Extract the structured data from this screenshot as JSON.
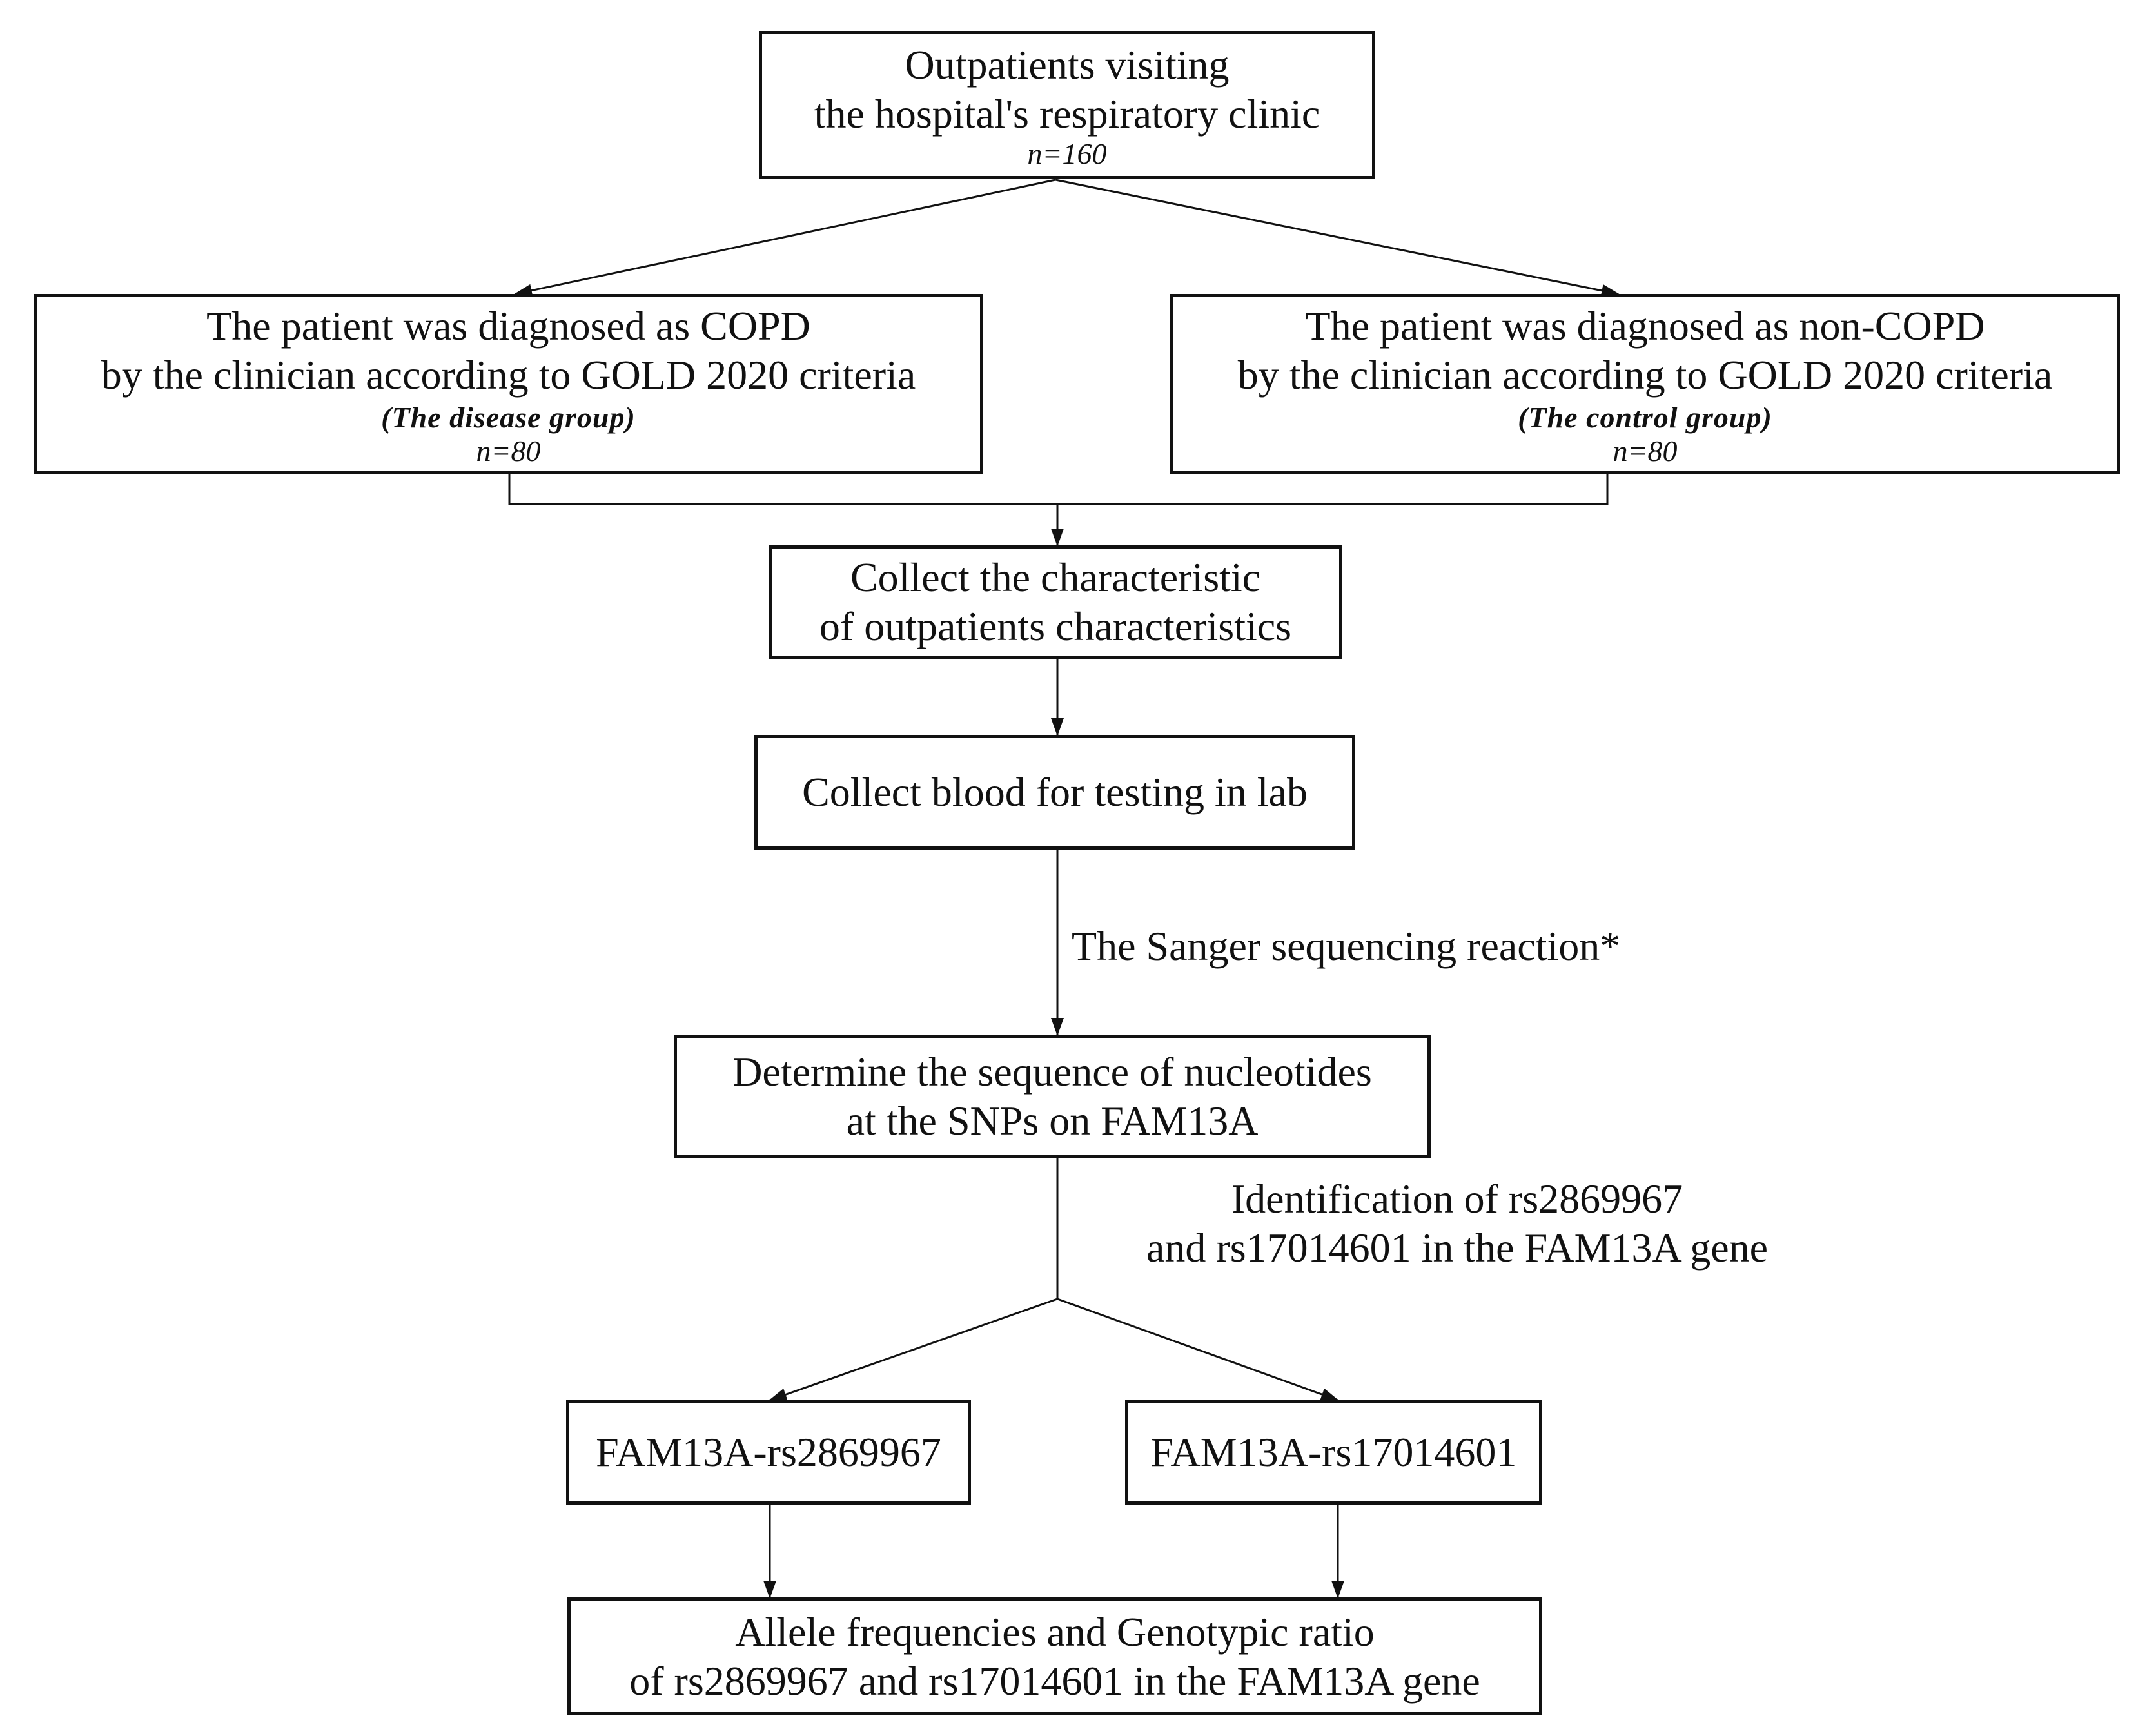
{
  "nodes": {
    "outpatients": {
      "lines": [
        "Outpatients visiting",
        "the hospital's respiratory clinic"
      ],
      "n": "n=160"
    },
    "copd": {
      "lines": [
        "The patient was diagnosed as COPD",
        "by the clinician according to GOLD 2020 criteria"
      ],
      "group": "(The disease group)",
      "n": "n=80"
    },
    "non_copd": {
      "lines": [
        "The patient was diagnosed as non-COPD",
        "by the clinician according to GOLD 2020 criteria"
      ],
      "group": "(The control group)",
      "n": "n=80"
    },
    "collect_characteristics": {
      "lines": [
        "Collect the characteristic",
        "of outpatients characteristics"
      ]
    },
    "collect_blood": {
      "lines": [
        "Collect blood for testing in lab"
      ]
    },
    "determine_sequence": {
      "lines": [
        "Determine the sequence of nucleotides",
        "at the SNPs on FAM13A"
      ]
    },
    "snp1": {
      "lines": [
        "FAM13A-rs2869967"
      ]
    },
    "snp2": {
      "lines": [
        "FAM13A-rs17014601"
      ]
    },
    "results": {
      "lines": [
        "Allele frequencies and Genotypic ratio",
        "of rs2869967 and rs17014601 in the FAM13A gene"
      ]
    }
  },
  "edge_labels": {
    "sanger": "The Sanger sequencing reaction*",
    "identification": [
      "Identification of rs2869967",
      "and rs17014601 in the FAM13A gene"
    ]
  }
}
